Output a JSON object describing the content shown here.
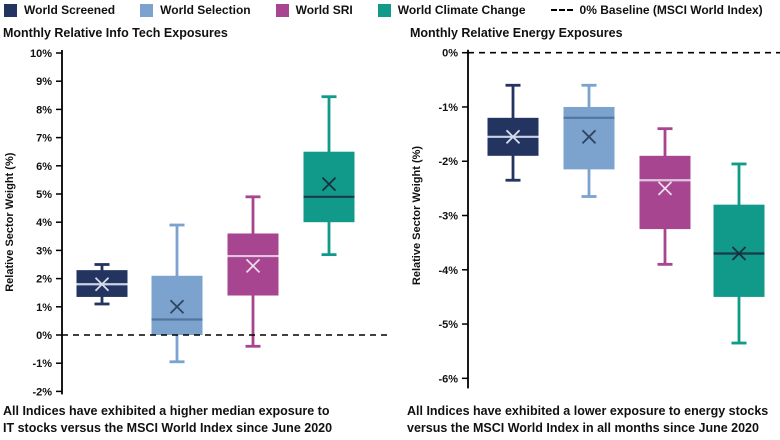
{
  "legend": {
    "items": [
      {
        "label": "World Screened",
        "color": "#233460"
      },
      {
        "label": "World Selection",
        "color": "#7ba3cd"
      },
      {
        "label": "World SRI",
        "color": "#a84590"
      },
      {
        "label": "World Climate Change",
        "color": "#11998a"
      }
    ],
    "baseline": {
      "label": "0% Baseline (MSCI World Index)",
      "color": "#000000"
    }
  },
  "charts": [
    {
      "title_prefix": "Monthly Relative ",
      "title_emphasis": "Info Tech",
      "title_suffix": " Exposures",
      "caption_line1": "All Indices have exhibited a higher median exposure to",
      "caption_line2": "IT stocks versus the MSCI World Index since June 2020"
    },
    {
      "title_prefix": "Monthly Relative ",
      "title_emphasis": "Energy",
      "title_suffix": " Exposures",
      "caption_line1": "All Indices have exhibited a lower exposure to energy stocks",
      "caption_line2": "versus the MSCI World Index in all months since June 2020"
    }
  ],
  "chart_data": [
    {
      "type": "box",
      "title": "Monthly Relative Info Tech Exposures",
      "ylabel": "Relative Sector Weight (%)",
      "ylim": [
        -2,
        10
      ],
      "ytick_step": 1,
      "ytick_format": "percent",
      "baseline": 0,
      "baseline_label": "0% Baseline (MSCI World Index)",
      "grid": false,
      "series": [
        {
          "name": "World Screened",
          "low": 1.1,
          "q1": 1.35,
          "median": 1.8,
          "q3": 2.3,
          "high": 2.5,
          "mean": 1.8,
          "color": "#233460",
          "median_color": "#ccd2e4",
          "mean_color": "#d9ddeb"
        },
        {
          "name": "World Selection",
          "low": -0.95,
          "q1": 0.0,
          "median": 0.55,
          "q3": 2.1,
          "high": 3.9,
          "mean": 1.0,
          "color": "#7ba3cd",
          "median_color": "#54749e",
          "mean_color": "#2f4460"
        },
        {
          "name": "World SRI",
          "low": -0.4,
          "q1": 1.4,
          "median": 2.8,
          "q3": 3.6,
          "high": 4.9,
          "mean": 2.45,
          "color": "#a84590",
          "median_color": "#e0c6dc",
          "mean_color": "#ecdcea"
        },
        {
          "name": "World Climate Change",
          "low": 2.85,
          "q1": 4.0,
          "median": 4.9,
          "q3": 6.5,
          "high": 8.45,
          "mean": 5.35,
          "color": "#11998a",
          "median_color": "#1b3a4a",
          "mean_color": "#16303f"
        }
      ],
      "caption": "All Indices have exhibited a higher median exposure to IT stocks versus the MSCI World Index since June 2020"
    },
    {
      "type": "box",
      "title": "Monthly Relative Energy Exposures",
      "ylabel": "Relative Sector Weight (%)",
      "ylim": [
        -6,
        0
      ],
      "ytick_step": 1,
      "ytick_format": "percent",
      "baseline": 0,
      "baseline_label": "0% Baseline (MSCI World Index)",
      "grid": false,
      "series": [
        {
          "name": "World Screened",
          "low": -2.35,
          "q1": -1.9,
          "median": -1.55,
          "q3": -1.2,
          "high": -0.6,
          "mean": -1.55,
          "color": "#233460",
          "median_color": "#ccd2e4",
          "mean_color": "#d9ddeb"
        },
        {
          "name": "World Selection",
          "low": -2.65,
          "q1": -2.15,
          "median": -1.2,
          "q3": -1.0,
          "high": -0.6,
          "mean": -1.55,
          "color": "#7ba3cd",
          "median_color": "#54749e",
          "mean_color": "#2f4460"
        },
        {
          "name": "World SRI",
          "low": -3.9,
          "q1": -3.25,
          "median": -2.35,
          "q3": -1.9,
          "high": -1.4,
          "mean": -2.5,
          "color": "#a84590",
          "median_color": "#e0c6dc",
          "mean_color": "#ecdcea"
        },
        {
          "name": "World Climate Change",
          "low": -5.35,
          "q1": -4.5,
          "median": -3.7,
          "q3": -2.8,
          "high": -2.05,
          "mean": -3.7,
          "color": "#11998a",
          "median_color": "#1b3a4a",
          "mean_color": "#16303f"
        }
      ],
      "caption": "All Indices have exhibited a lower exposure to energy stocks versus the MSCI World Index in all months since June 2020"
    }
  ]
}
